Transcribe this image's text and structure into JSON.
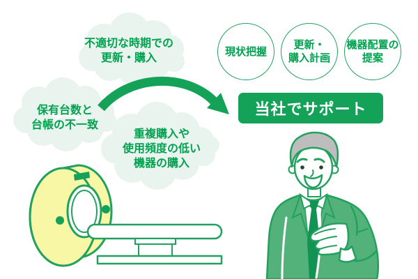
{
  "colors": {
    "accent": "#14A158",
    "text_green": "#00A250",
    "outline": "#21A15D",
    "suit": "#52B279",
    "tie": "#129253",
    "hair": "#BDBDBD",
    "cloud": "#E9F4EE",
    "machine_yellow": "#F7F7A6"
  },
  "problem_clouds": [
    {
      "label": "不適切な時期での\n更新・購入"
    },
    {
      "label": "保有台数と\n台帳の不一致"
    },
    {
      "label": "重複購入や\n使用頻度の低い\n機器の購入"
    }
  ],
  "service_circles": [
    {
      "label": "現状把握"
    },
    {
      "label": "更新・\n購入計画"
    },
    {
      "label": "機器配置の\n提案"
    }
  ],
  "banner": {
    "label": "当社でサポート"
  },
  "icons": {
    "arrow": "curved-arrow-right",
    "machine": "ct-scanner",
    "person": "smiling-support-staff"
  }
}
